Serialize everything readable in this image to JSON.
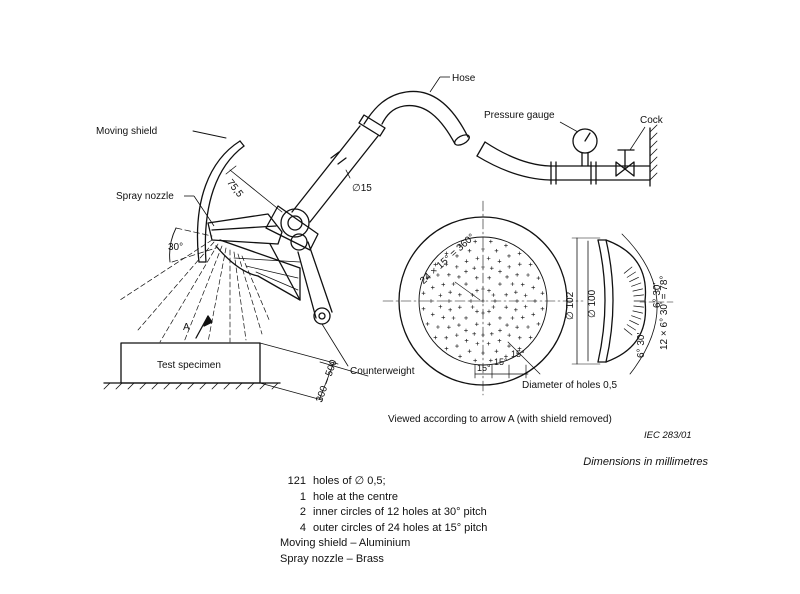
{
  "labels": {
    "hose": "Hose",
    "pressure_gauge": "Pressure gauge",
    "cock": "Cock",
    "moving_shield": "Moving shield",
    "spray_nozzle": "Spray nozzle",
    "dim_75_5": "75,5",
    "dim_dia15": "∅15",
    "angle_30": "30°",
    "arrow_a": "A",
    "test_specimen": "Test specimen",
    "counterweight": "Counterweight",
    "dim_300_500": "300 – 500",
    "angle_24x15": "24 × 15° = 360°",
    "dim_dia102": "∅ 102",
    "dim_dia100": "∅ 100",
    "angle_12x6_30": "12 × 6° 30' = 78°",
    "angle_6_30_a": "6° 30'",
    "angle_6_30_b": "6° 30'",
    "pitch_15_a": "15°",
    "pitch_15_b": "15°",
    "pitch_15_c": "15°",
    "diameter_of_holes": "Diameter of holes 0,5",
    "viewed_caption": "Viewed according to arrow A (with shield removed)",
    "iec_ref": "IEC   283/01"
  },
  "dimensions_note": "Dimensions in millimetres",
  "notes": [
    {
      "num": "121",
      "text": "holes of ∅ 0,5;"
    },
    {
      "num": "1",
      "text": "hole at the centre"
    },
    {
      "num": "2",
      "text": "inner circles of 12 holes at 30° pitch"
    },
    {
      "num": "4",
      "text": "outer circles of 24 holes at 15° pitch"
    },
    {
      "num": "",
      "text": "Moving shield – Aluminium"
    },
    {
      "num": "",
      "text": "Spray nozzle – Brass"
    }
  ]
}
